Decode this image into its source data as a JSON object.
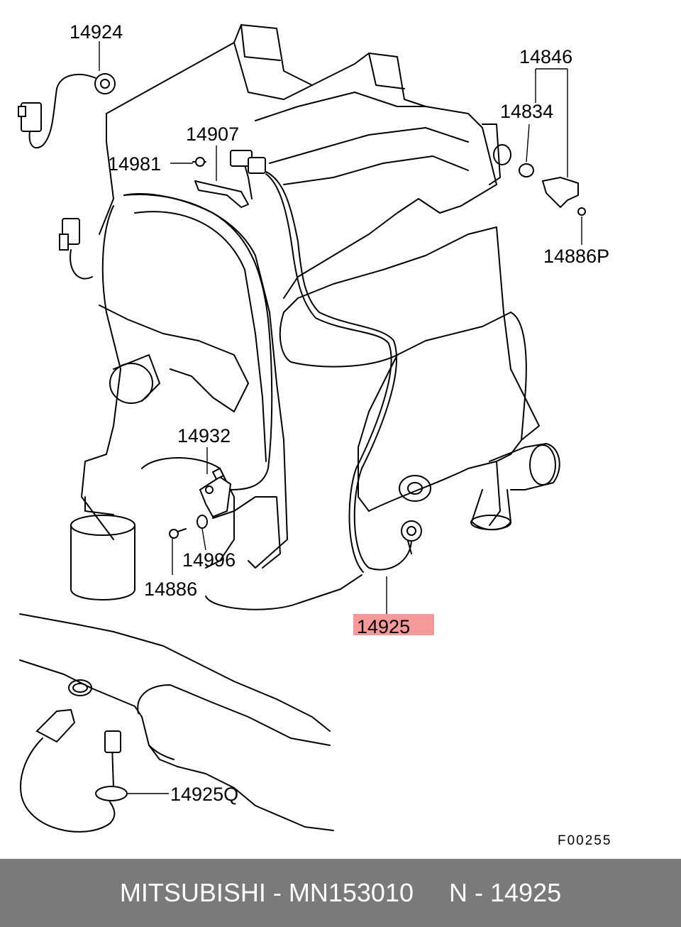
{
  "diagram": {
    "labels": {
      "p14924": "14924",
      "p14846": "14846",
      "p14834": "14834",
      "p14907": "14907",
      "p14981": "14981",
      "p14886P": "14886P",
      "p14932": "14932",
      "p14996": "14996",
      "p14886": "14886",
      "p14925": "14925",
      "p14925Q": "14925Q"
    },
    "code": "F00255",
    "highlight_color": "#f59a9a"
  },
  "footer": {
    "text": "MITSUBISHI - MN153010     N - 14925"
  }
}
